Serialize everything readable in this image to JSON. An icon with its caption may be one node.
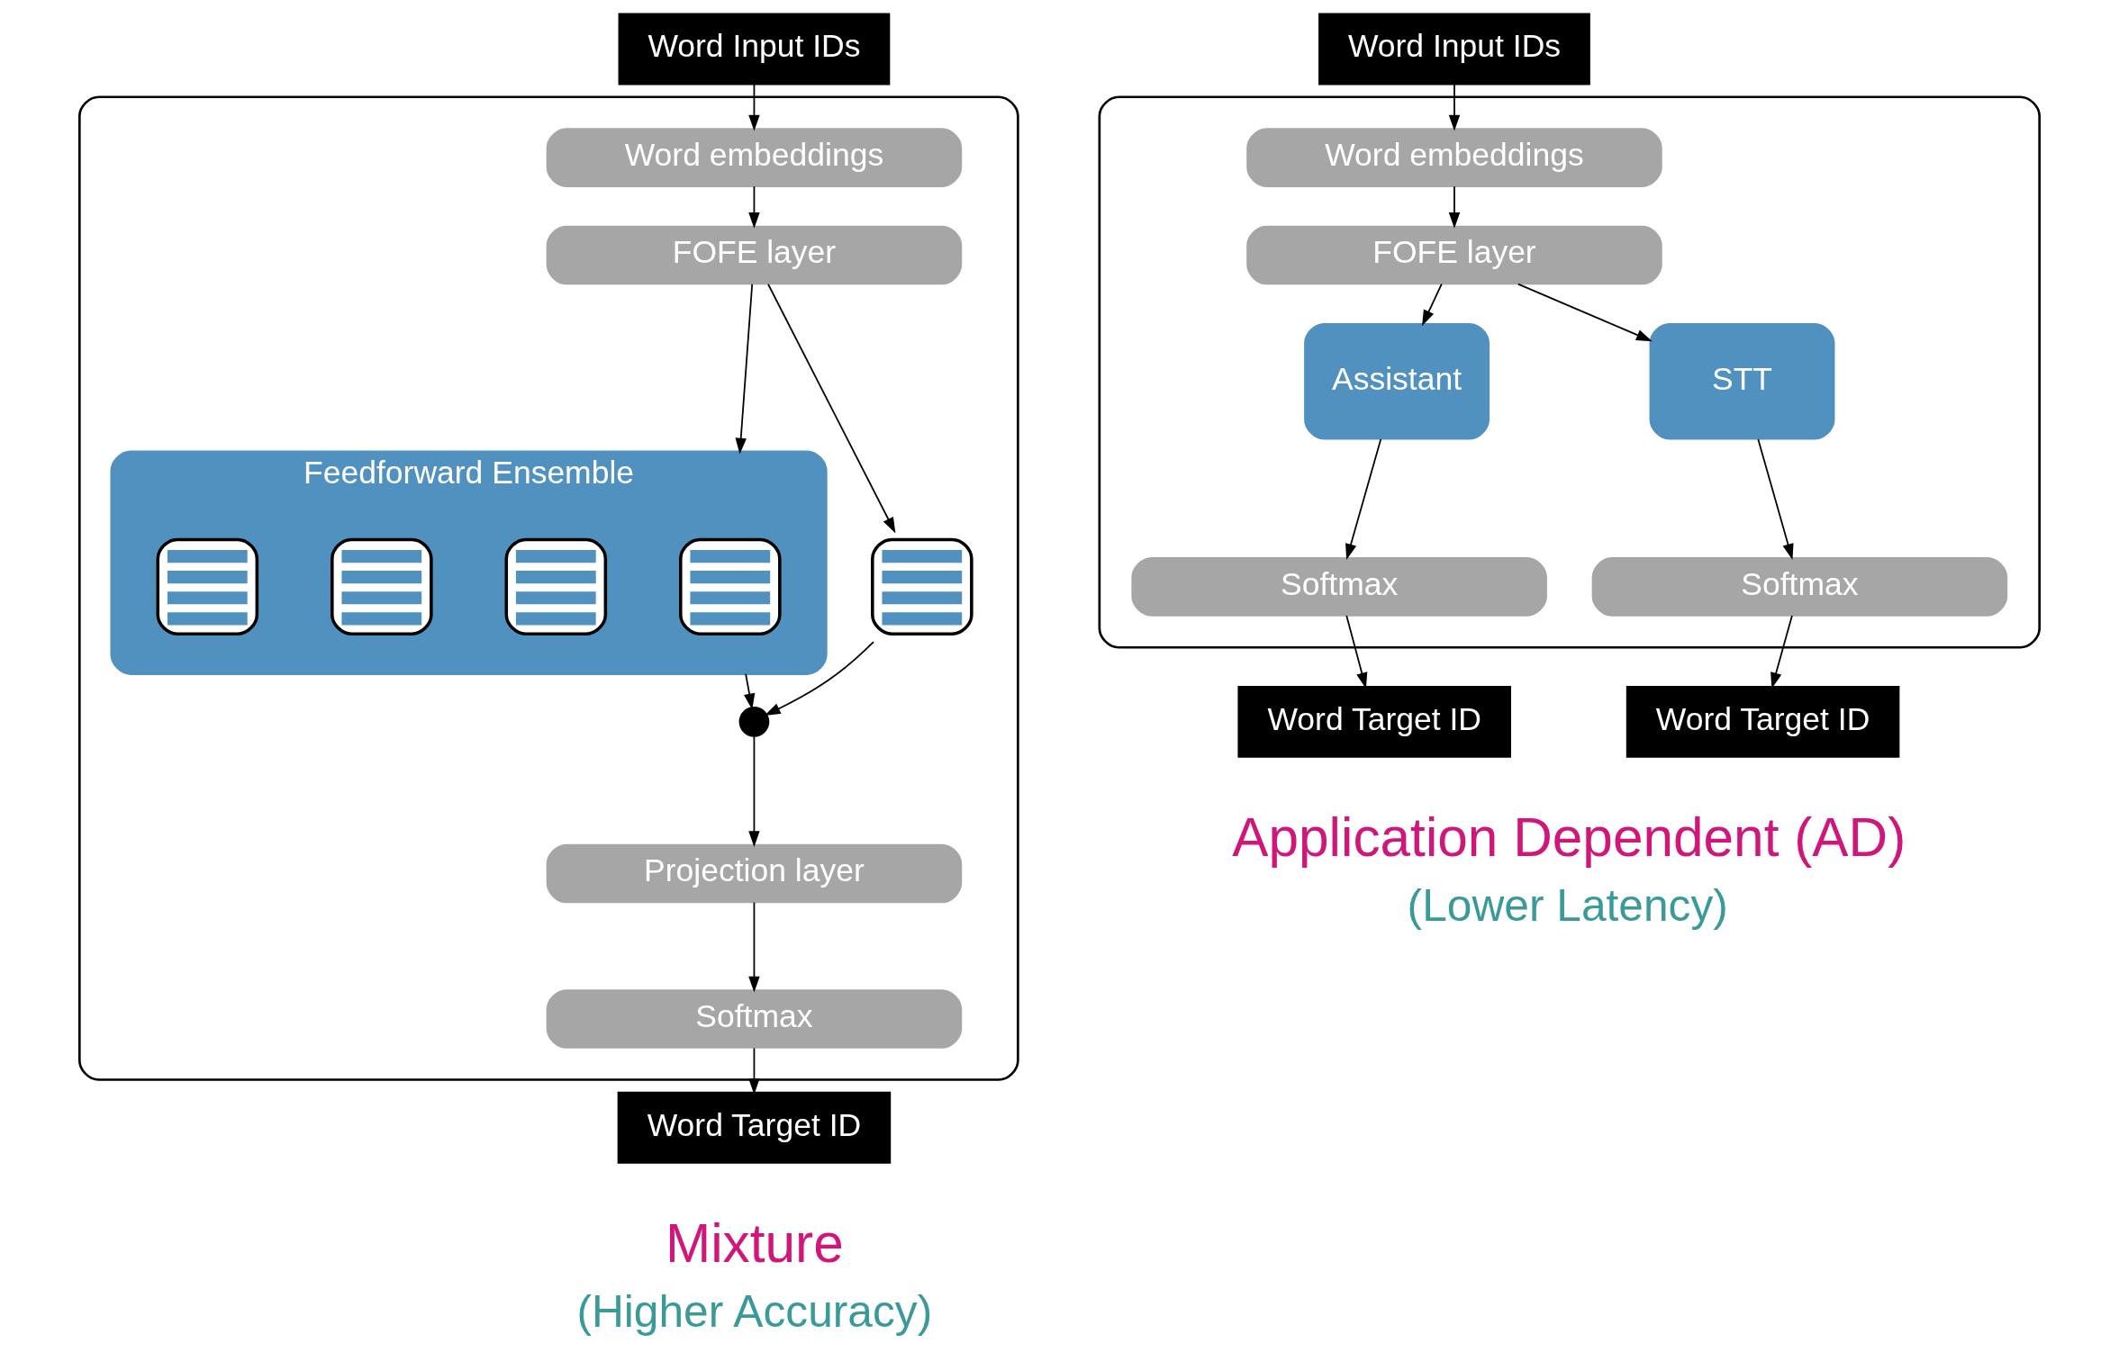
{
  "diagram": {
    "nodes": [
      {
        "text": [
          "Word Input IDs"
        ]
      },
      {
        "text": [],
        "shape": "box"
      },
      {
        "text": [
          "Word embeddings"
        ],
        "in": 1
      },
      {
        "text": [
          "FOFE layer"
        ],
        "in": 1
      },
      {
        "text": [
          "Feedforward Ensemble"
        ],
        "in": 1
      },
      {
        "text": [],
        "shape": "box",
        "in": 4
      },
      {
        "text": [],
        "shape": "box",
        "in": 4
      },
      {
        "text": [],
        "shape": "box",
        "in": 4
      },
      {
        "text": [],
        "shape": "box",
        "in": 4
      },
      {
        "text": [],
        "shape": "box",
        "in": 1
      },
      {
        "text": [],
        "shape": "circle",
        "in": 1
      },
      {
        "text": [
          "Projection layer"
        ],
        "in": 1
      },
      {
        "text": [
          "Softmax"
        ],
        "in": 1
      },
      {
        "text": [
          "Word Target ID"
        ]
      },
      {
        "text": [
          "Word Input IDs"
        ]
      },
      {
        "text": [],
        "shape": "box"
      },
      {
        "text": [
          "Word embeddings"
        ],
        "in": 15
      },
      {
        "text": [
          "FOFE layer"
        ],
        "in": 15
      },
      {
        "text": [
          "Assistant"
        ],
        "in": 15
      },
      {
        "text": [
          "STT"
        ],
        "in": 15
      },
      {
        "text": [
          "Softmax"
        ],
        "in": 15
      },
      {
        "text": [
          "Softmax"
        ],
        "in": 15
      },
      {
        "text": [
          "Word Target ID"
        ]
      },
      {
        "text": [
          "Word Target ID"
        ]
      }
    ],
    "edges": [
      {
        "from": 0,
        "to": 2,
        "arrow": "to"
      },
      {
        "from": 2,
        "to": 3,
        "arrow": "to"
      },
      {
        "from": 3,
        "to": 4,
        "arrow": "to"
      },
      {
        "from": 3,
        "to": 9,
        "arrow": "to"
      },
      {
        "from": 4,
        "to": 10,
        "arrow": "to"
      },
      {
        "from": 9,
        "to": 10,
        "arrow": "to"
      },
      {
        "from": 10,
        "to": 11,
        "arrow": "to"
      },
      {
        "from": 11,
        "to": 12,
        "arrow": "to"
      },
      {
        "from": 12,
        "to": 13,
        "arrow": "to"
      },
      {
        "from": 14,
        "to": 16,
        "arrow": "to"
      },
      {
        "from": 16,
        "to": 17,
        "arrow": "to"
      },
      {
        "from": 17,
        "to": 18,
        "arrow": "to"
      },
      {
        "from": 17,
        "to": 19,
        "arrow": "to"
      },
      {
        "from": 18,
        "to": 20,
        "arrow": "to"
      },
      {
        "from": 19,
        "to": 21,
        "arrow": "to"
      },
      {
        "from": 20,
        "to": 22,
        "arrow": "to"
      },
      {
        "from": 21,
        "to": 23,
        "arrow": "to"
      }
    ],
    "labels": [
      "Mixture",
      "(Higher Accuracy)",
      "Application Dependent (AD)",
      "(Lower Latency)"
    ]
  }
}
